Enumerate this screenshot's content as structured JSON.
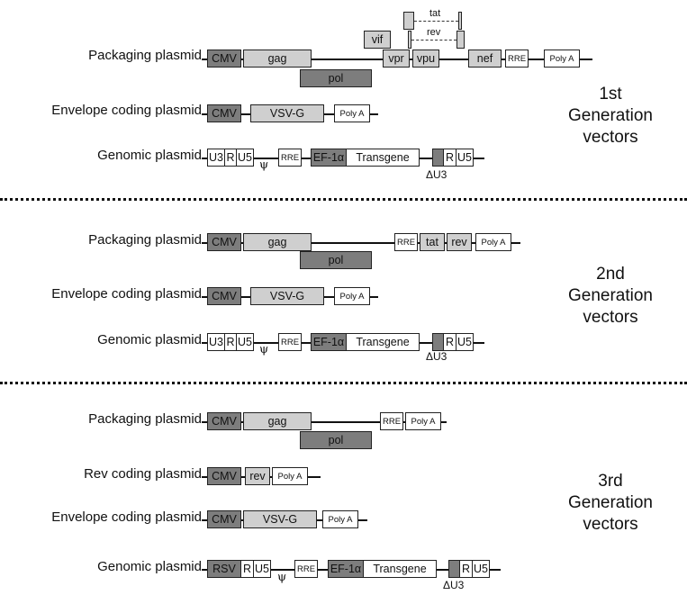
{
  "rows": {
    "g1_packaging": "Packaging plasmid",
    "g1_envelope": "Envelope coding plasmid",
    "g1_genomic": "Genomic plasmid",
    "g2_packaging": "Packaging plasmid",
    "g2_envelope": "Envelope coding plasmid",
    "g2_genomic": "Genomic plasmid",
    "g3_packaging": "Packaging plasmid",
    "g3_rev": "Rev coding plasmid",
    "g3_envelope": "Envelope coding plasmid",
    "g3_genomic": "Genomic plasmid"
  },
  "generations": [
    {
      "line1": "1st",
      "line2": "Generation",
      "line3": "vectors"
    },
    {
      "line1": "2nd",
      "line2": "Generation",
      "line3": "vectors"
    },
    {
      "line1": "3rd",
      "line2": "Generation",
      "line3": "vectors"
    }
  ],
  "elements": {
    "cmv": "CMV",
    "gag": "gag",
    "pol": "pol",
    "vif": "vif",
    "vpr": "vpr",
    "vpu": "vpu",
    "nef": "nef",
    "rre": "RRE",
    "polya": "Poly A",
    "tat": "tat",
    "rev": "rev",
    "vsvg": "VSV-G",
    "u3": "U3",
    "r": "R",
    "u5": "U5",
    "psi": "ψ",
    "ef1a": "EF-1α",
    "transgene": "Transgene",
    "delta_u3": "ΔU3",
    "rsv": "RSV"
  },
  "colors": {
    "dark": "#7d7d7d",
    "mid": "#cfcfcf",
    "light": "#ffffff",
    "line": "#111111"
  }
}
